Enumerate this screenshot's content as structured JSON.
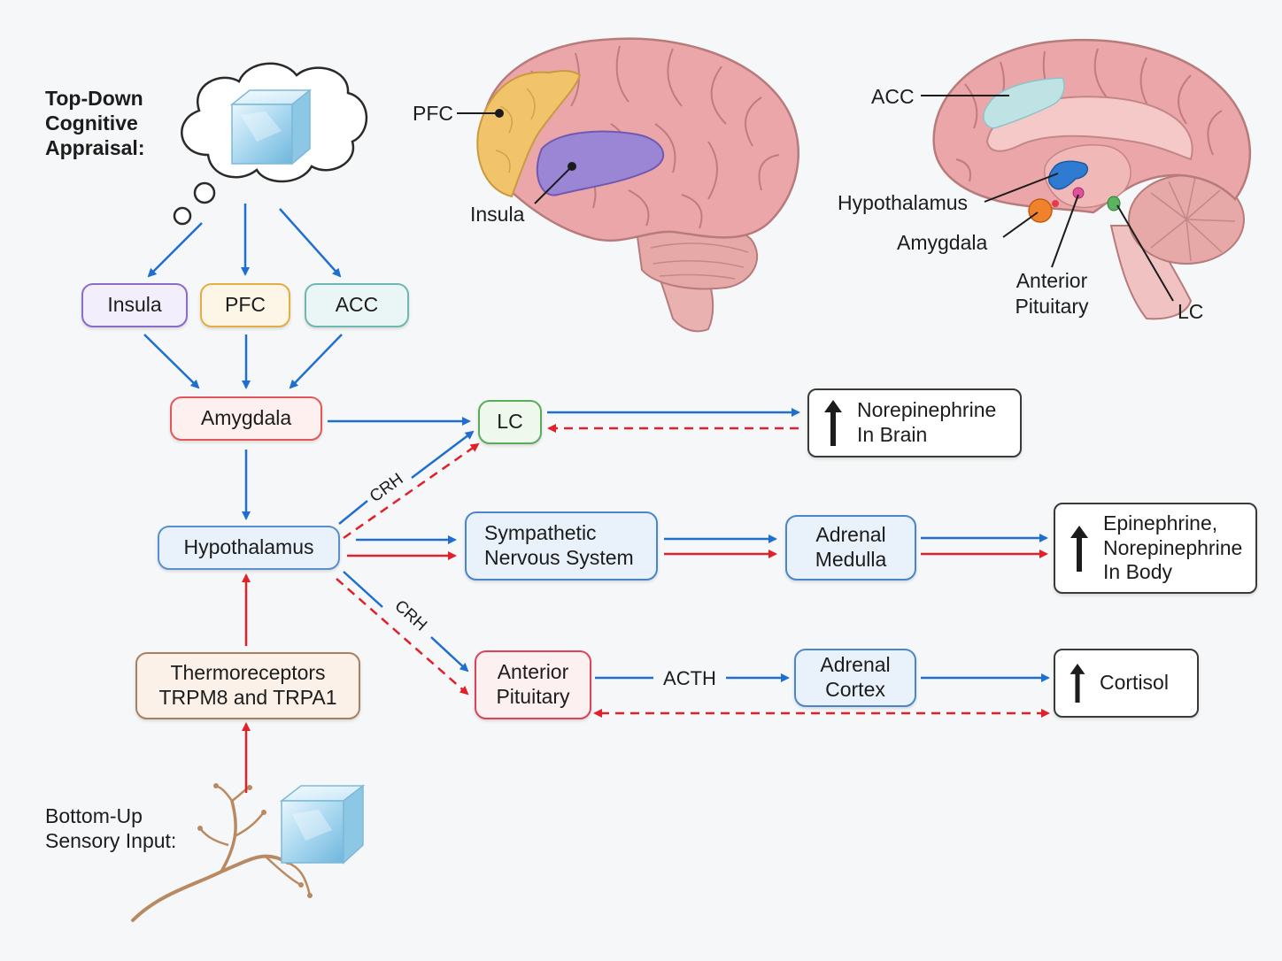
{
  "labels": {
    "top_down": [
      "Top-Down",
      "Cognitive",
      "Appraisal:"
    ],
    "bottom_up": [
      "Bottom-Up",
      "Sensory Input:"
    ]
  },
  "nodes": {
    "insula": "Insula",
    "pfc": "PFC",
    "acc": "ACC",
    "amygdala": "Amygdala",
    "hypothalamus": "Hypothalamus",
    "thermoreceptors": [
      "Thermoreceptors",
      "TRPM8 and TRPA1"
    ],
    "lc": "LC",
    "sympathetic": [
      "Sympathetic",
      "Nervous System"
    ],
    "adrenal_medulla": [
      "Adrenal",
      "Medulla"
    ],
    "anterior_pituitary": [
      "Anterior",
      "Pituitary"
    ],
    "adrenal_cortex": [
      "Adrenal",
      "Cortex"
    ]
  },
  "outputs": {
    "norepinephrine_brain": [
      "Norepinephrine",
      "In Brain"
    ],
    "epinephrine_body": [
      "Epinephrine,",
      "Norepinephrine",
      "In Body"
    ],
    "cortisol": [
      "Cortisol"
    ]
  },
  "arrow_labels": {
    "crh_upper": "CRH",
    "crh_lower": "CRH",
    "acth": "ACTH"
  },
  "brain_lateral": {
    "pfc": "PFC",
    "insula": "Insula"
  },
  "brain_sagittal": {
    "acc": "ACC",
    "hypothalamus": "Hypothalamus",
    "amygdala": "Amygdala",
    "anterior_pituitary": [
      "Anterior",
      "Pituitary"
    ],
    "lc": "LC"
  },
  "colors": {
    "blue_arrow": "#1f6fd0",
    "red_arrow": "#e0202a",
    "insula": "#8a6cc9",
    "pfc": "#e3ad45",
    "acc": "#6fb8b2",
    "amygdala": "#e2585a",
    "hypothalamus": "#5b8fce",
    "thermoreceptors": "#a9805f",
    "lc": "#5bab5d",
    "blue_box": "#4a86c9",
    "pituitary": "#d6455a",
    "brain_pink": "#eba6a9"
  }
}
